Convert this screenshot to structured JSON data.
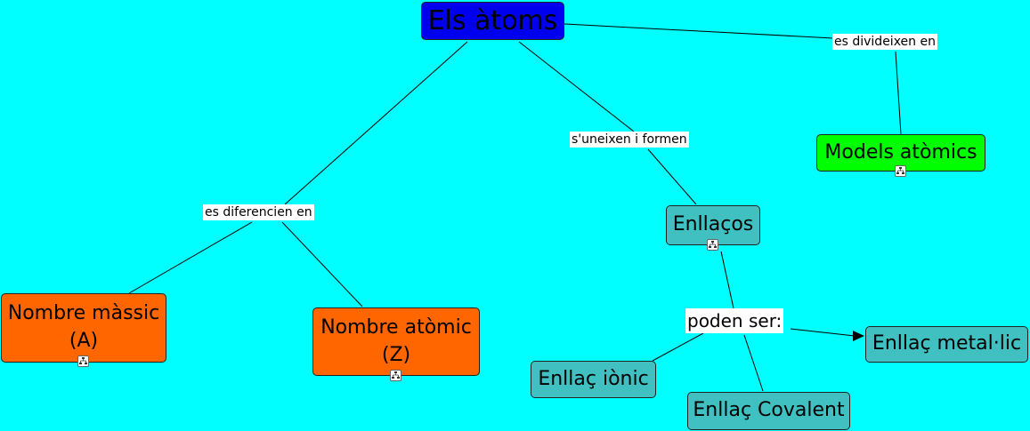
{
  "diagram": {
    "concepts": {
      "atoms": "Els àtoms",
      "mass_number": "Nombre màssic\n(A)",
      "atomic_number": "Nombre atòmic\n(Z)",
      "bonds": "Enllaços",
      "models": "Models atòmics",
      "ionic": "Enllaç iònic",
      "covalent": "Enllaç Covalent",
      "metallic": "Enllaç metal·lic"
    },
    "linking_phrases": {
      "differ_in": "es diferencien en",
      "join_and_form": "s'uneixen i formen",
      "divide_into": "es divideixen en",
      "can_be": "poden ser:"
    },
    "colors": {
      "background": "#00ffff",
      "main_concept": "#0000ee",
      "property_concept": "#ff6600",
      "bond_concept": "#40c0c0",
      "model_concept": "#00ff00"
    },
    "icons": [
      "submap-icon"
    ]
  }
}
